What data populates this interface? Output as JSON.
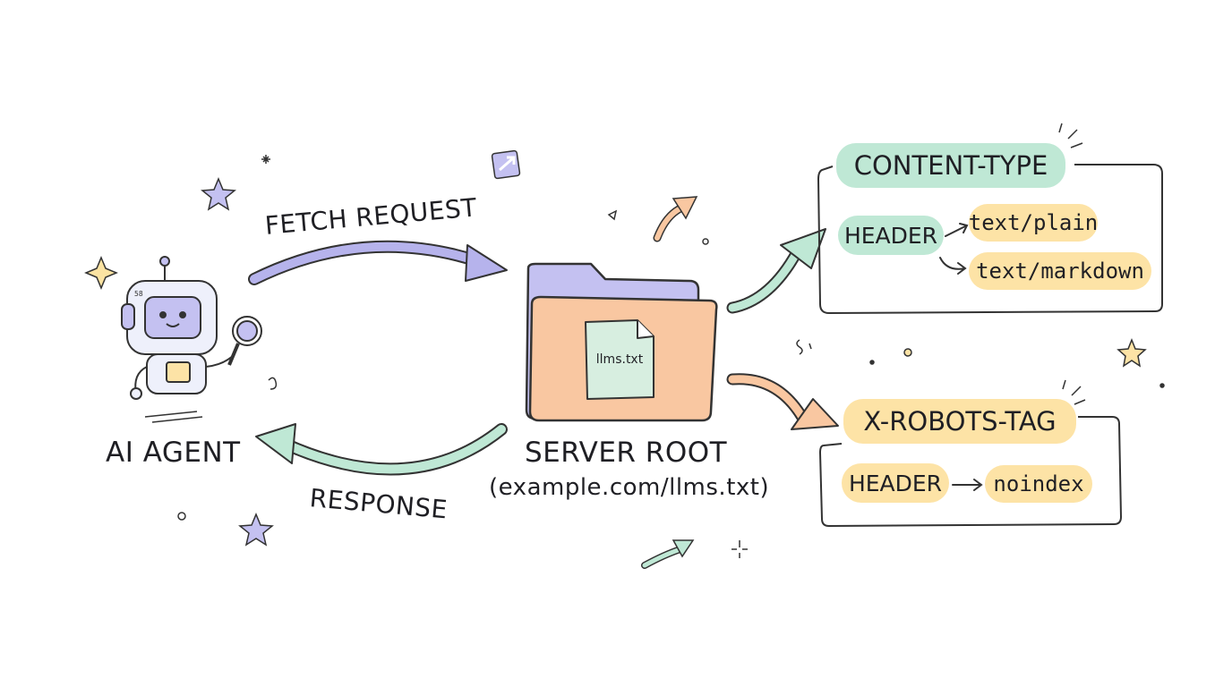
{
  "agent": {
    "label": "AI AGENT",
    "screen_text": "58"
  },
  "fetch": {
    "label": "FETCH REQUEST"
  },
  "response": {
    "label": "RESPONSE"
  },
  "server": {
    "label": "SERVER ROOT",
    "path": "(example.com/llms.txt)",
    "file_name": "llms.txt"
  },
  "content_type": {
    "title": "CONTENT-TYPE",
    "header": "HEADER",
    "values": [
      "text/plain",
      "text/markdown"
    ]
  },
  "robots": {
    "title": "X-ROBOTS-TAG",
    "header": "HEADER",
    "value": "noindex"
  },
  "colors": {
    "purple": "#b6b3ec",
    "green": "#bfe8d5",
    "orange": "#f9c7a1",
    "yellow": "#fde3a6",
    "ink": "#1f1f24"
  }
}
